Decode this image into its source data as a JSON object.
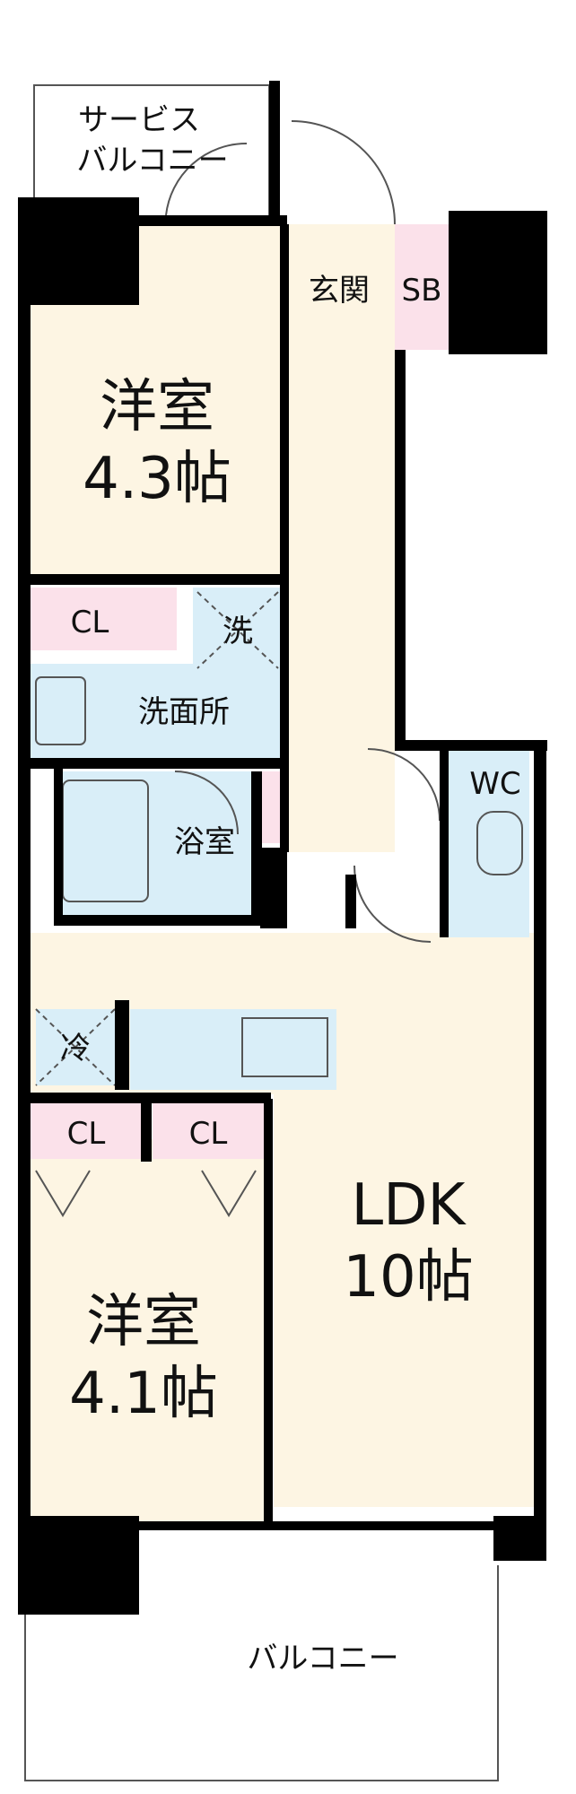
{
  "colors": {
    "floor": "#fdf5e3",
    "water": "#d9eef8",
    "closet": "#fbe1ea",
    "wall": "#000000",
    "thin_line": "#555555",
    "text": "#111111"
  },
  "rooms": {
    "service_balcony": {
      "line1": "サービス",
      "line2": "バルコニー"
    },
    "entrance": {
      "label": "玄関"
    },
    "shoe_box": {
      "label": "SB"
    },
    "western_room_north": {
      "line1": "洋室",
      "line2": "4.3帖"
    },
    "closet_north": {
      "label": "CL"
    },
    "washer": {
      "label": "洗"
    },
    "washroom": {
      "label": "洗面所"
    },
    "bathroom": {
      "label": "浴室"
    },
    "toilet": {
      "label": "WC"
    },
    "fridge": {
      "label": "冷"
    },
    "closet_south_left": {
      "label": "CL"
    },
    "closet_south_right": {
      "label": "CL"
    },
    "ldk": {
      "line1": "LDK",
      "line2": "10帖"
    },
    "western_room_south": {
      "line1": "洋室",
      "line2": "4.1帖"
    },
    "balcony": {
      "label": "バルコニー"
    }
  }
}
